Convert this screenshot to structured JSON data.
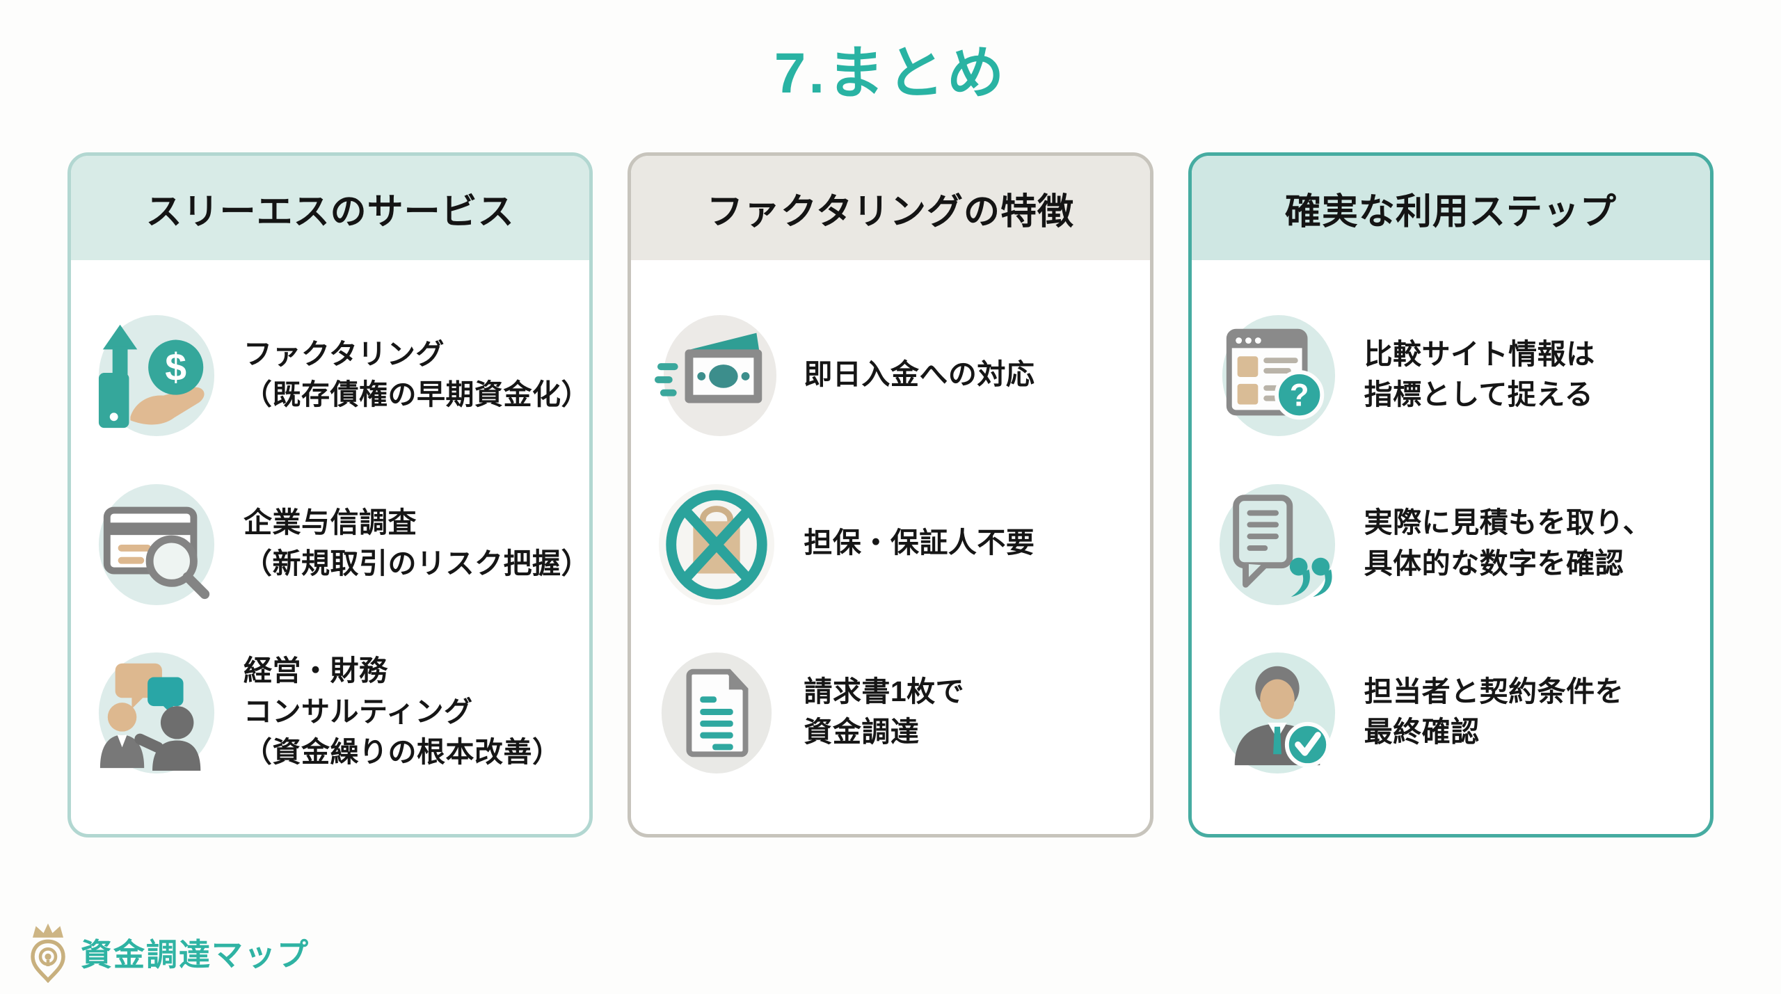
{
  "page": {
    "title": "7.まとめ",
    "background_color": "#fdfdfc",
    "accent_color": "#29b3a3",
    "text_color": "#161616"
  },
  "cards": [
    {
      "title": "スリーエスのサービス",
      "theme": {
        "border": "#b2d7d1",
        "header_bg": "#d8ebe7",
        "icon_bg": "#ddecea"
      },
      "items": [
        {
          "icon": "money-growth-hand-icon",
          "lines": [
            "ファクタリング",
            "（既存債権の早期資金化）"
          ]
        },
        {
          "icon": "credit-card-search-icon",
          "lines": [
            "企業与信調査",
            "（新規取引のリスク把握）"
          ]
        },
        {
          "icon": "consulting-people-icon",
          "lines": [
            "経営・財務",
            "コンサルティング",
            "（資金繰りの根本改善）"
          ]
        }
      ]
    },
    {
      "title": "ファクタリングの特徴",
      "theme": {
        "border": "#c7c4bc",
        "header_bg": "#eae8e3",
        "icon_bg": "#eceae7"
      },
      "items": [
        {
          "icon": "fast-money-icon",
          "lines": [
            "即日入金への対応"
          ]
        },
        {
          "icon": "no-collateral-icon",
          "lines": [
            "担保・保証人不要"
          ]
        },
        {
          "icon": "invoice-document-icon",
          "lines": [
            "請求書1枚で",
            "資金調達"
          ]
        }
      ]
    },
    {
      "title": "確実な利用ステップ",
      "theme": {
        "border": "#46aca1",
        "header_bg": "#cfe7e3",
        "icon_bg": "#d9ebe8"
      },
      "items": [
        {
          "icon": "comparison-site-question-icon",
          "lines": [
            "比較サイト情報は",
            "指標として捉える"
          ]
        },
        {
          "icon": "estimate-quote-icon",
          "lines": [
            "実際に見積もを取り、",
            "具体的な数字を確認"
          ]
        },
        {
          "icon": "contract-check-person-icon",
          "lines": [
            "担当者と契約条件を",
            "最終確認"
          ]
        }
      ]
    }
  ],
  "footer": {
    "logo_text": "資金調達マップ",
    "logo_text_color": "#2fb3a3",
    "logo_icon": "crown-map-pin-icon",
    "logo_icon_color": "#c8b07e"
  }
}
